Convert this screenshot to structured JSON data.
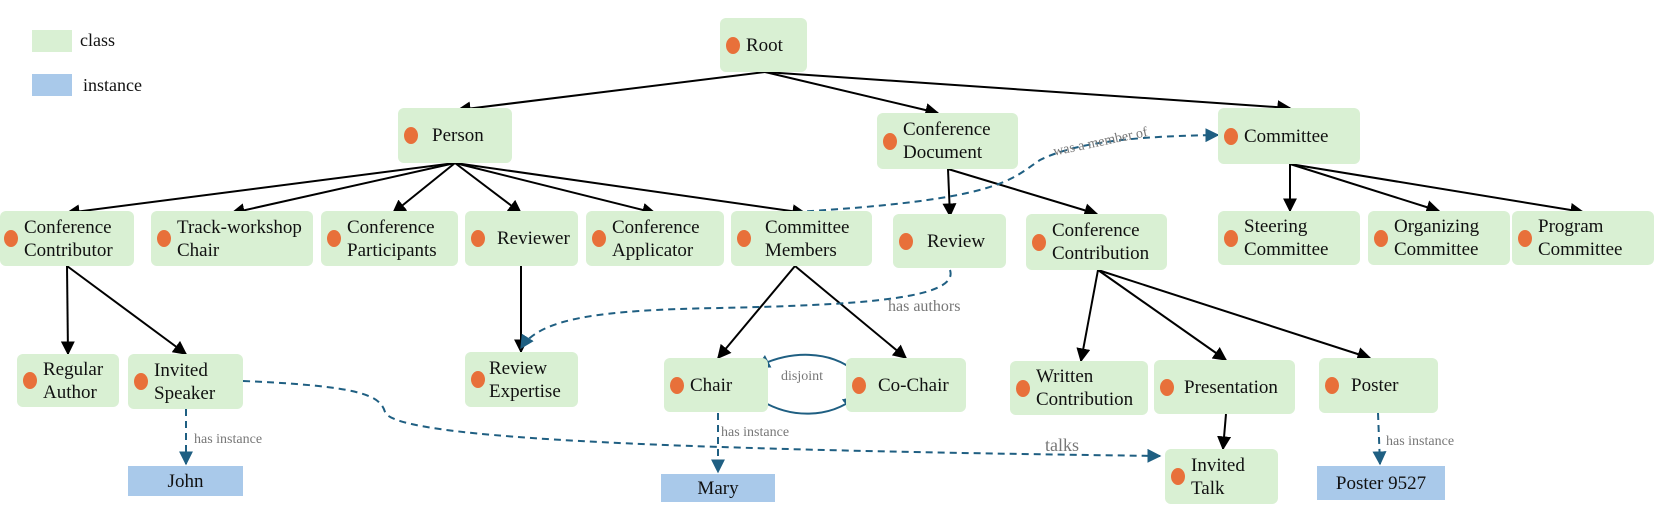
{
  "legend": {
    "class_label": "class",
    "instance_label": "instance"
  },
  "colors": {
    "class": "#d9f0d3",
    "instance": "#a9c9ea",
    "dot": "#e8703a",
    "edge": "#000000",
    "relation": "#1f5f82"
  },
  "nodes": {
    "root": "Root",
    "person": "Person",
    "conference_document": "Conference\nDocument",
    "committee": "Committee",
    "conference_contributor": "Conference\nContributor",
    "track_workshop_chair": "Track-workshop\nChair",
    "conference_participants": "Conference\nParticipants",
    "reviewer": "Reviewer",
    "conference_applicator": "Conference\nApplicator",
    "committee_members": "Committee\nMembers",
    "review": "Review",
    "conference_contribution": "Conference\nContribution",
    "steering_committee": "Steering\nCommittee",
    "organizing_committee": "Organizing\nCommittee",
    "program_committee": "Program\nCommittee",
    "regular_author": "Regular\nAuthor",
    "invited_speaker": "Invited\nSpeaker",
    "review_expertise": "Review\nExpertise",
    "chair": "Chair",
    "co_chair": "Co-Chair",
    "written_contribution": "Written\nContribution",
    "presentation": "Presentation",
    "poster": "Poster",
    "invited_talk": "Invited\nTalk"
  },
  "instances": {
    "john": "John",
    "mary": "Mary",
    "poster_9527": "Poster 9527"
  },
  "relations": {
    "was_a_member_of": "was a member of",
    "has_authors": "has authors",
    "disjoint": "disjoint",
    "talks": "talks",
    "has_instance_john": "has instance",
    "has_instance_mary": "has instance",
    "has_instance_poster": "has instance"
  }
}
